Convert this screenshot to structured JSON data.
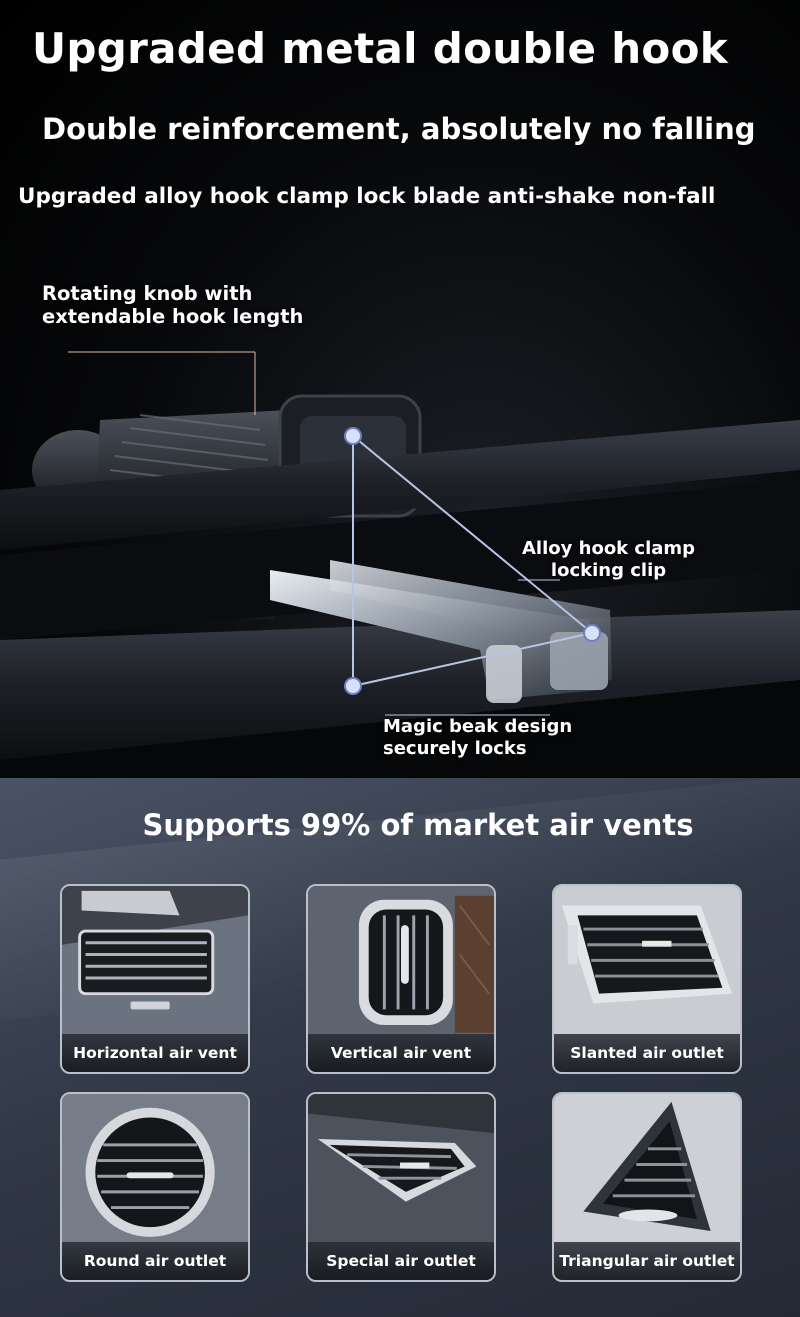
{
  "hero": {
    "headline": "Upgraded metal double hook",
    "subhead": "Double reinforcement, absolutely no falling",
    "tagline": "Upgraded alloy hook clamp lock blade anti-shake non-fall",
    "callouts": {
      "knob": [
        "Rotating knob with",
        "extendable hook length"
      ],
      "clip": [
        "Alloy hook clamp",
        "locking clip"
      ],
      "beak": [
        "Magic beak design",
        "securely locks"
      ]
    }
  },
  "compatibility": {
    "title": "Supports 99% of market air vents",
    "vents": [
      {
        "label": "Horizontal air vent",
        "icon": "horizontal-vent-icon"
      },
      {
        "label": "Vertical air vent",
        "icon": "vertical-vent-icon"
      },
      {
        "label": "Slanted air outlet",
        "icon": "slanted-vent-icon"
      },
      {
        "label": "Round air outlet",
        "icon": "round-vent-icon"
      },
      {
        "label": "Special air outlet",
        "icon": "special-vent-icon"
      },
      {
        "label": "Triangular air outlet",
        "icon": "triangular-vent-icon"
      }
    ]
  },
  "colors": {
    "background_top": "#000000",
    "background_bottom": "#313846",
    "text": "#ffffff",
    "card_border": "#b9c0cc"
  }
}
